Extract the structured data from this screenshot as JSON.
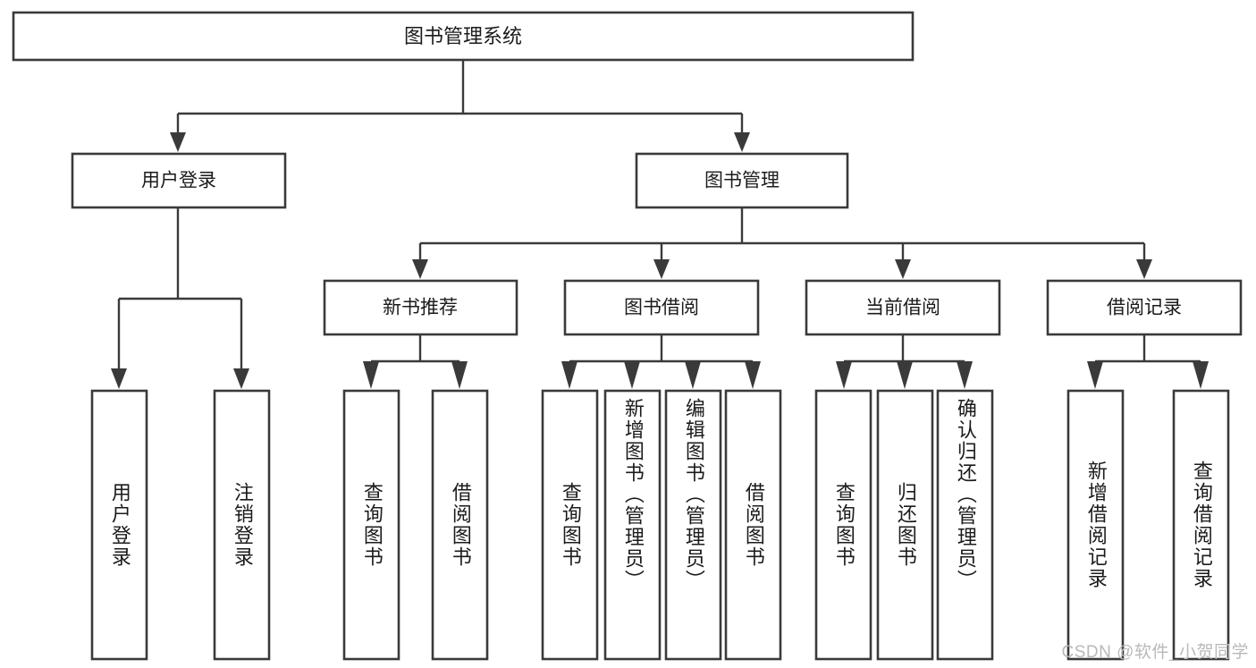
{
  "diagram": {
    "type": "tree",
    "orientation": "top-down",
    "title": "图书管理系统",
    "watermark": "CSDN @软件_小贺同学",
    "colors": {
      "box_stroke": "#3a3a3a",
      "box_fill": "#ffffff",
      "connector": "#3a3a3a",
      "text": "#1b1b1b",
      "watermark": "#b9b9b9",
      "background": "#ffffff"
    },
    "levels": {
      "root": {
        "label": "图书管理系统"
      },
      "level1": [
        {
          "label": "用户登录"
        },
        {
          "label": "图书管理"
        }
      ],
      "level2": [
        {
          "label": "新书推荐",
          "parent": "图书管理"
        },
        {
          "label": "图书借阅",
          "parent": "图书管理"
        },
        {
          "label": "当前借阅",
          "parent": "图书管理"
        },
        {
          "label": "借阅记录",
          "parent": "图书管理"
        }
      ],
      "leaves": {
        "用户登录": [
          {
            "label": "用户登录"
          },
          {
            "label": "注销登录"
          }
        ],
        "新书推荐": [
          {
            "label": "查询图书"
          },
          {
            "label": "借阅图书"
          }
        ],
        "图书借阅": [
          {
            "label": "查询图书"
          },
          {
            "label": "新增图书（管理员）"
          },
          {
            "label": "编辑图书（管理员）"
          },
          {
            "label": "借阅图书"
          }
        ],
        "当前借阅": [
          {
            "label": "查询图书"
          },
          {
            "label": "归还图书"
          },
          {
            "label": "确认归还（管理员）"
          }
        ],
        "借阅记录": [
          {
            "label": "新增借阅记录"
          },
          {
            "label": "查询借阅记录"
          }
        ]
      }
    },
    "nodes": {
      "root": "图书管理系统",
      "n_user_login": "用户登录",
      "n_book_mgmt": "图书管理",
      "n_new_rec": "新书推荐",
      "n_book_borrow": "图书借阅",
      "n_current_borrow": "当前借阅",
      "n_borrow_record": "借阅记录",
      "l_user_login": "用户登录",
      "l_logout": "注销登录",
      "l_nr_query": "查询图书",
      "l_nr_borrow": "借阅图书",
      "l_bb_query": "查询图书",
      "l_bb_add": "新增图书（管理员）",
      "l_bb_edit": "编辑图书（管理员）",
      "l_bb_borrow": "借阅图书",
      "l_cb_query": "查询图书",
      "l_cb_return": "归还图书",
      "l_cb_confirm": "确认归还（管理员）",
      "l_br_add": "新增借阅记录",
      "l_br_query": "查询借阅记录"
    }
  }
}
